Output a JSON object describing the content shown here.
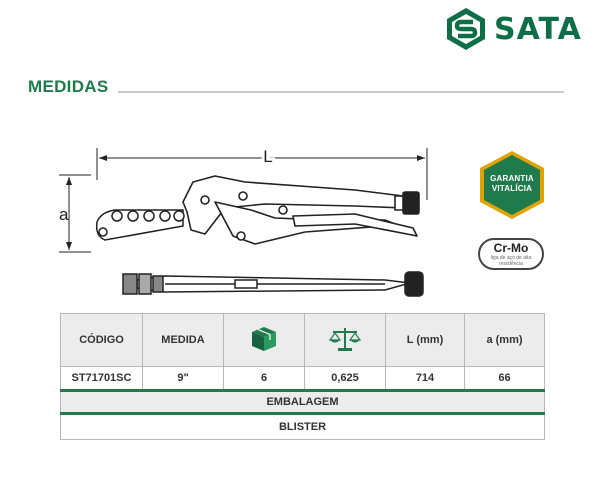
{
  "brand": {
    "name": "SATA",
    "color": "#0f6e4a"
  },
  "section": {
    "title": "MEDIDAS"
  },
  "drawing": {
    "dim_length_label": "L",
    "dim_height_label": "a"
  },
  "badges": {
    "warranty_line1": "GARANTIA",
    "warranty_line2": "VITALÍCIA",
    "warranty_color": "#1f7a4c",
    "material": "Cr-Mo",
    "material_sub": "liga de aço de alta resistência"
  },
  "table": {
    "headers": {
      "code": "CÓDIGO",
      "size": "MEDIDA",
      "box_icon": "box-icon",
      "scale_icon": "scale-icon",
      "length": "L (mm)",
      "height": "a (mm)"
    },
    "row": {
      "code": "ST71701SC",
      "size": "9\"",
      "box_qty": "6",
      "weight": "0,625",
      "length": "714",
      "height": "66"
    },
    "packaging_label": "EMBALAGEM",
    "packaging_value": "BLISTER",
    "accent": "#1f7a4c"
  }
}
